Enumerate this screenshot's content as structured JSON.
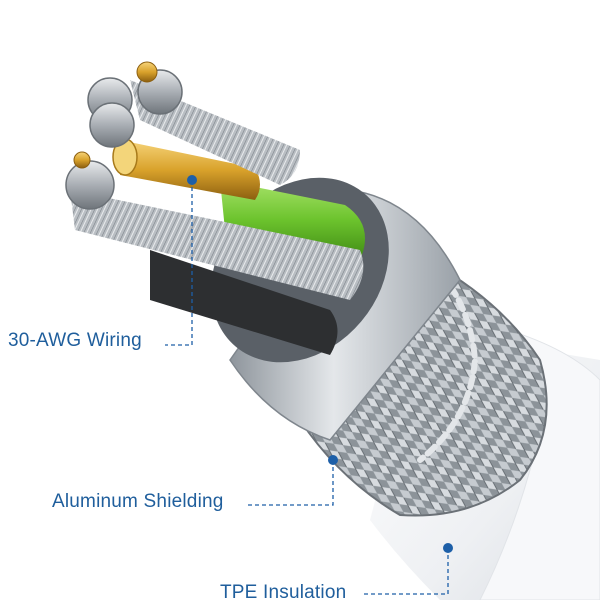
{
  "labels": {
    "wiring": "30-AWG Wiring",
    "shielding": "Aluminum Shielding",
    "insulation": "TPE Insulation"
  },
  "colors": {
    "label_text": "#1f5e9c",
    "callout_dot": "#1d5fa8",
    "jacket": "#f3f4f6",
    "conductor_green": "#6cc32d",
    "conductor_gold": "#d9a22b",
    "strand_silver": "#bfc3c8"
  }
}
